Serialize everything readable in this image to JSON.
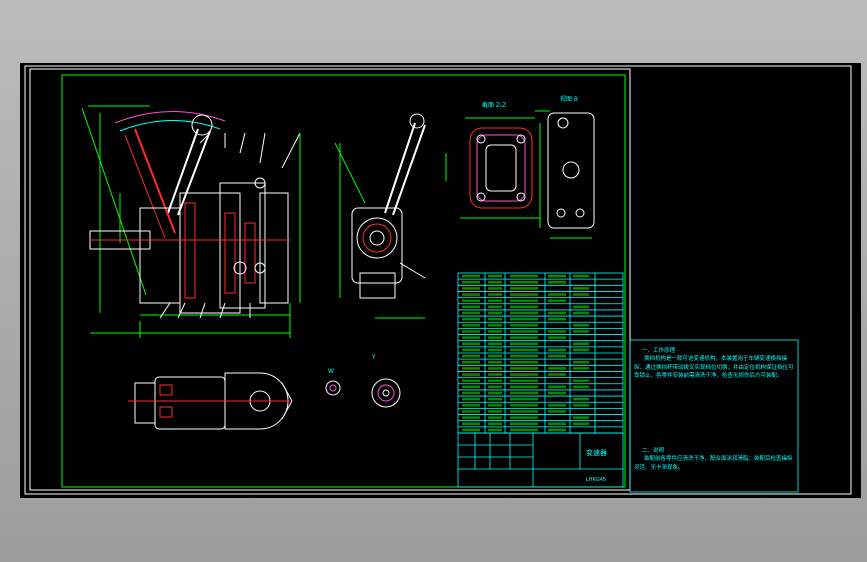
{
  "colors": {
    "background": "#000000",
    "frame": "#ffffff",
    "geometry": "#ffffff",
    "inner_frame": "#00ff00",
    "dimension": "#00ffff",
    "text_panel": "#00ffff",
    "hatch": "#ff0000",
    "secondary": "#ff4fd8",
    "table": "#00ffff",
    "text": "#00ff00"
  },
  "views": {
    "section_label": "截面 Z-Z",
    "view_b_label": "视图 B",
    "detail_label": "W",
    "detail2_label": "Y"
  },
  "title_block": {
    "name": "变速器",
    "drawing_no": "LHKG45"
  },
  "notes": {
    "heading_1": "一、工作原理",
    "body_1": "换挡机构是一款可逆变速机构，本装置用于车辆变速换挡操纵，通过换挡杆带动拨叉实现档位切换，并由定位机构保证档位可靠锁止，各零件安装前需清洗干净，检查无损伤后方可装配。",
    "heading_2": "二、说明",
    "body_2": "装配前各零件应清洗干净，配合面涂润滑脂；装配后检查操纵灵活、无卡滞现象。"
  }
}
